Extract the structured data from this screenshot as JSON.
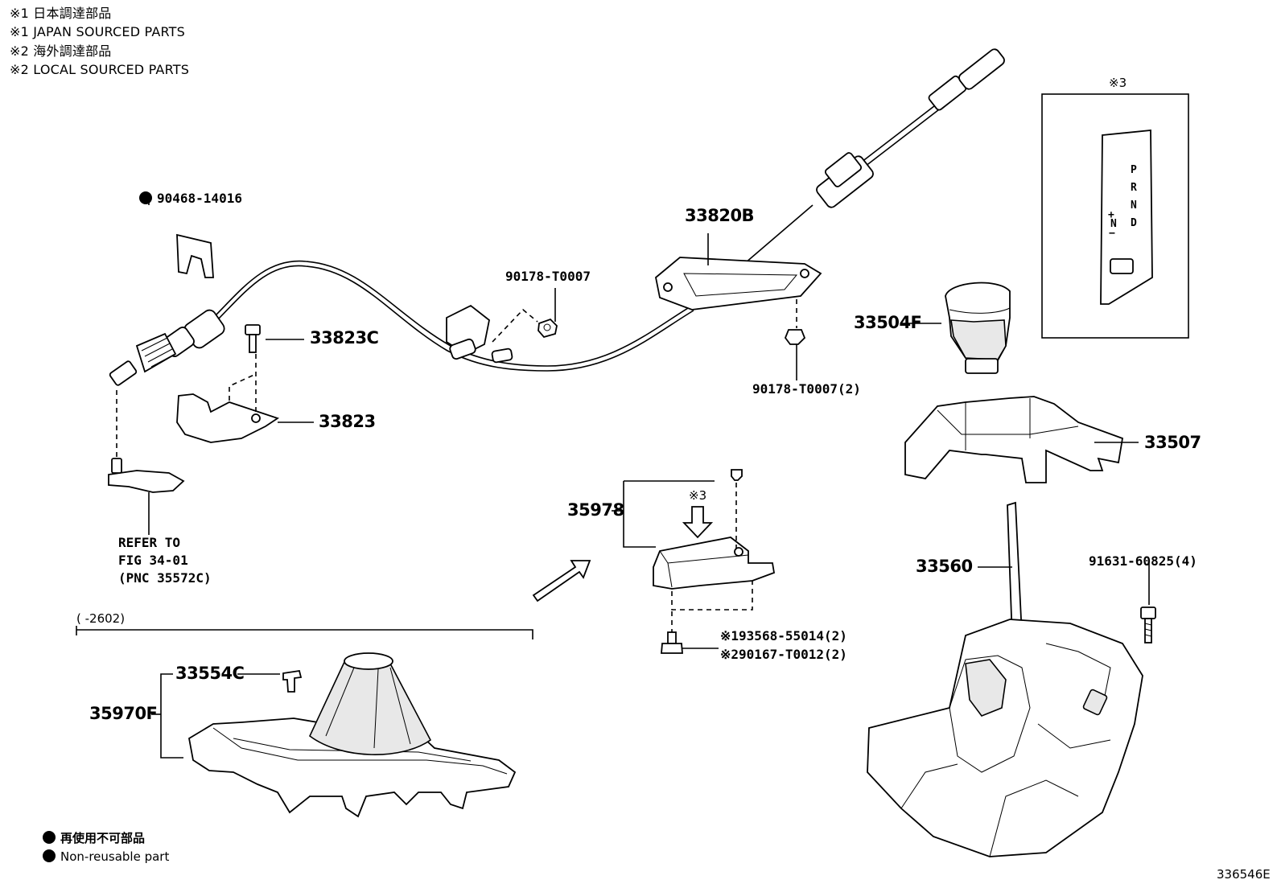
{
  "notes": {
    "n1_jp": "※1 日本調達部品",
    "n1_en": "※1 JAPAN SOURCED PARTS",
    "n2_jp": "※2 海外調達部品",
    "n2_en": "※2 LOCAL SOURCED PARTS"
  },
  "parts": {
    "p90468": "90468-14016",
    "p33820B": "33820B",
    "p90178a": "90178-T0007",
    "p90178b": "90178-T0007(2)",
    "p33823C": "33823C",
    "p33823": "33823",
    "p33504F": "33504F",
    "p33507": "33507",
    "p35978": "35978",
    "p33560": "33560",
    "p91631": "91631-60825(4)",
    "p93568": "※193568-55014(2)",
    "p90167": "※290167-T0012(2)",
    "p33554C": "33554C",
    "p35970F": "35970F"
  },
  "refer": {
    "line1": "REFER TO",
    "line2": "FIG 34-01",
    "line3": "(PNC 35572C)"
  },
  "date_range": "(      -2602)",
  "mark3": "※3",
  "mark3_box": "※3",
  "shift_gate": {
    "p": "P",
    "r": "R",
    "n": "N",
    "d": "D",
    "n_left": "N",
    "plus": "+",
    "minus": "−"
  },
  "legend": {
    "jp": "再使用不可部品",
    "en": "Non-reusable part"
  },
  "figure_id": "336546E"
}
